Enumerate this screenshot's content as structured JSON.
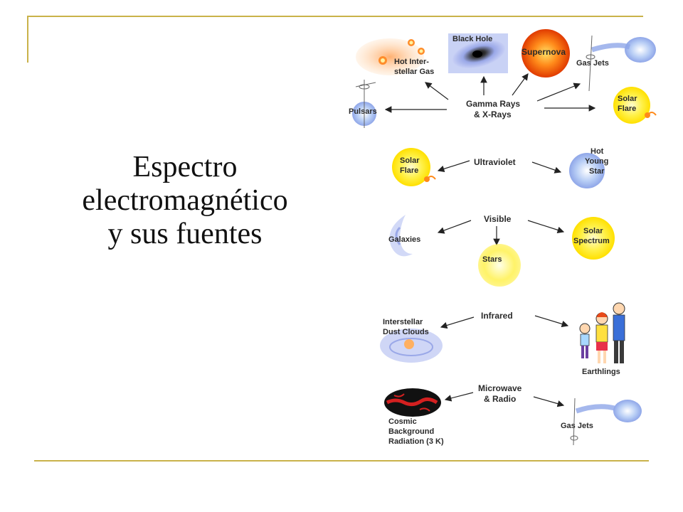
{
  "slide": {
    "title_lines": [
      "Espectro",
      "electromagnético",
      "y sus fuentes"
    ]
  },
  "colors": {
    "frame": "#c9b24a",
    "arrow": "#222222",
    "sun": "#ffe400"
  },
  "diagram": {
    "groups": [
      {
        "band": [
          "Gamma Rays",
          "& X-Rays"
        ],
        "sources": [
          {
            "name": "hot-interstellar-gas",
            "label": [
              "Hot Inter-",
              "stellar Gas"
            ]
          },
          {
            "name": "black-hole",
            "label": [
              "Black Hole"
            ]
          },
          {
            "name": "supernova",
            "label": [
              "Supernova"
            ]
          },
          {
            "name": "gas-jets",
            "label": [
              "Gas Jets"
            ]
          },
          {
            "name": "pulsars",
            "label": [
              "Pulsars"
            ]
          },
          {
            "name": "solar-flare",
            "label": [
              "Solar",
              "Flare"
            ]
          }
        ]
      },
      {
        "band": [
          "Ultraviolet"
        ],
        "sources": [
          {
            "name": "solar-flare",
            "label": [
              "Solar",
              "Flare"
            ]
          },
          {
            "name": "hot-young-star",
            "label": [
              "Hot",
              "Young",
              "Star"
            ]
          }
        ]
      },
      {
        "band": [
          "Visible"
        ],
        "sources": [
          {
            "name": "galaxies",
            "label": [
              "Galaxies"
            ]
          },
          {
            "name": "stars",
            "label": [
              "Stars"
            ]
          },
          {
            "name": "solar-spectrum",
            "label": [
              "Solar",
              "Spectrum"
            ]
          }
        ]
      },
      {
        "band": [
          "Infrared"
        ],
        "sources": [
          {
            "name": "interstellar-dust-clouds",
            "label": [
              "Interstellar",
              "Dust Clouds"
            ]
          },
          {
            "name": "earthlings",
            "label": [
              "Earthlings"
            ]
          }
        ]
      },
      {
        "band": [
          "Microwave",
          "& Radio"
        ],
        "sources": [
          {
            "name": "cosmic-background-radiation",
            "label": [
              "Cosmic",
              "Background",
              "Radiation (3 K)"
            ]
          },
          {
            "name": "gas-jets",
            "label": [
              "Gas Jets"
            ]
          }
        ]
      }
    ]
  }
}
